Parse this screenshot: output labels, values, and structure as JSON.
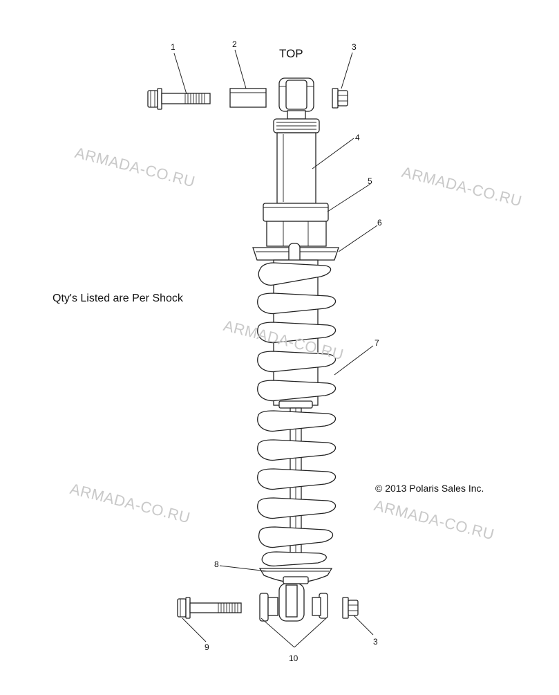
{
  "labels": {
    "top": "TOP",
    "qty_note": "Qty's Listed are Per Shock",
    "copyright": "© 2013 Polaris Sales Inc."
  },
  "watermarks": [
    "ARMADA-CO.RU",
    "ARMADA-CO.RU",
    "ARMADA-CO.RU",
    "ARMADA-CO.RU",
    "ARMADA-CO.RU"
  ],
  "callouts": [
    "1",
    "2",
    "3",
    "4",
    "5",
    "6",
    "7",
    "8",
    "3",
    "9",
    "10"
  ],
  "parts": [
    {
      "ref": "1",
      "icon": "flange-bolt-icon"
    },
    {
      "ref": "2",
      "icon": "spacer-bushing-icon"
    },
    {
      "ref": "3",
      "icon": "flange-nut-icon"
    },
    {
      "ref": "4",
      "icon": "shock-body-icon"
    },
    {
      "ref": "5",
      "icon": "adjuster-ring-icon"
    },
    {
      "ref": "6",
      "icon": "spring-retainer-icon"
    },
    {
      "ref": "7",
      "icon": "coil-spring-icon"
    },
    {
      "ref": "8",
      "icon": "spring-seat-icon"
    },
    {
      "ref": "9",
      "icon": "lower-bolt-icon"
    },
    {
      "ref": "10",
      "icon": "lower-mount-bushing-icon"
    }
  ]
}
